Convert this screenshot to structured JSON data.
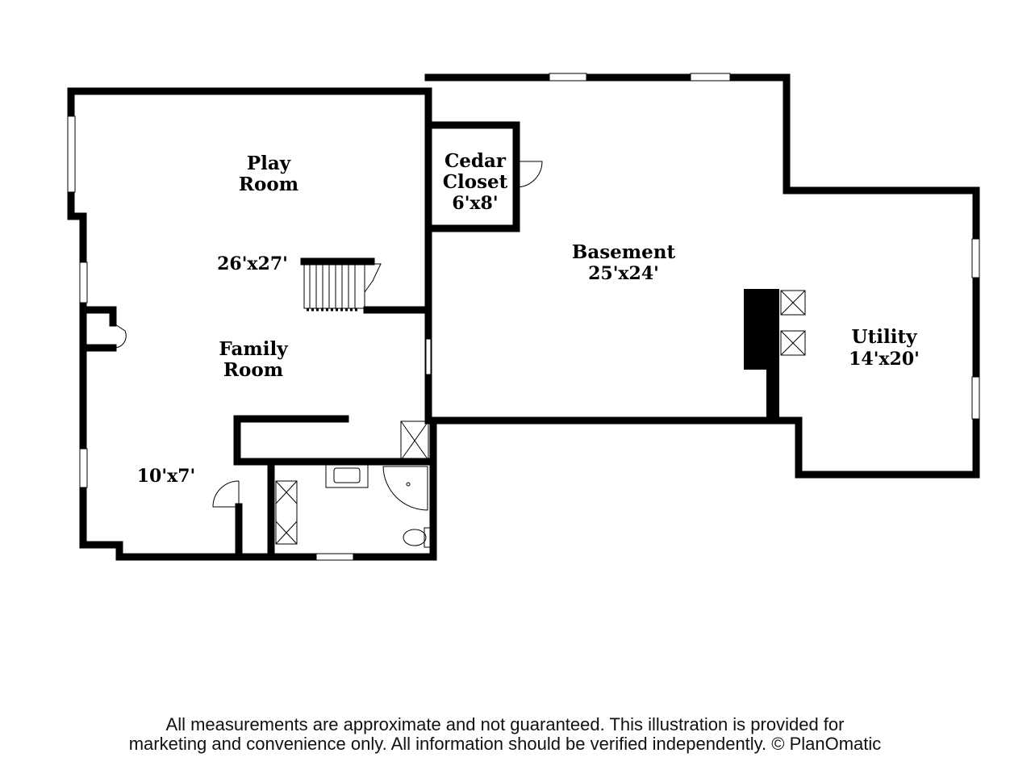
{
  "rooms": {
    "play_room": {
      "name_line1": "Play",
      "name_line2": "Room",
      "dimensions": "26'x27'"
    },
    "family_room": {
      "name_line1": "Family",
      "name_line2": "Room"
    },
    "small_room": {
      "dimensions": "10'x7'"
    },
    "cedar_closet": {
      "name_line1": "Cedar",
      "name_line2": "Closet",
      "dimensions": "6'x8'"
    },
    "basement": {
      "name": "Basement",
      "dimensions": "25'x24'"
    },
    "utility": {
      "name": "Utility",
      "dimensions": "14'x20'"
    }
  },
  "footer": {
    "line1": "All measurements are approximate and not guaranteed. This illustration is provided for",
    "line2": "marketing and convenience only. All information should be verified independently. © PlanOmatic"
  }
}
